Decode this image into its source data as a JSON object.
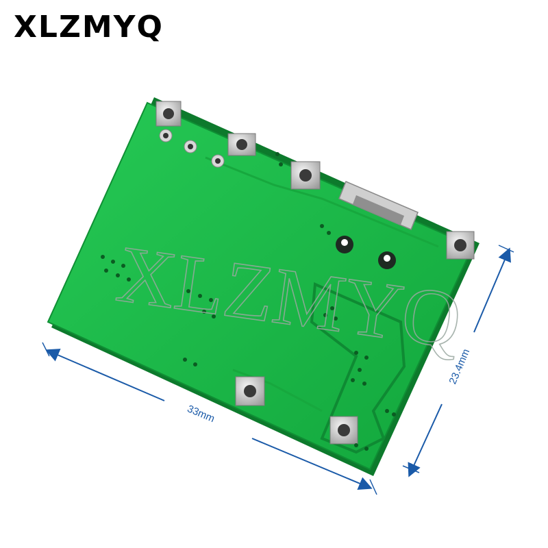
{
  "brand": {
    "name": "XLZMYQ"
  },
  "watermark": {
    "text": "XLZMYQ"
  },
  "dimensions": {
    "width_label": "33mm",
    "height_label": "23.4mm",
    "line_color": "#1a5aa8"
  },
  "board": {
    "color": "#1fbf4a",
    "trace_color": "#149a38",
    "pad_color": "#c9c9c9"
  }
}
